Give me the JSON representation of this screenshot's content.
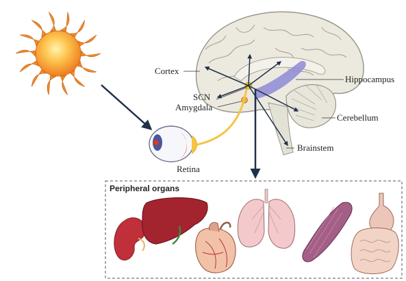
{
  "labels": {
    "cortex": "Cortex",
    "scn": "SCN",
    "amygdala": "Amygdala",
    "hippocampus": "Hippocampus",
    "cerebellum": "Cerebellum",
    "brainstem": "Brainstem",
    "retina": "Retina",
    "peripheral_organs": "Peripheral organs"
  },
  "icons": {
    "sun": "sun-icon",
    "eye": "eye-icon",
    "brain": "brain-icon",
    "kidney": "kidney-icon",
    "liver": "liver-icon",
    "heart": "heart-icon",
    "lungs": "lungs-icon",
    "muscle": "muscle-icon",
    "stomach_intestine": "stomach-intestine-icon"
  },
  "colors": {
    "sun_core": "#f9a23a",
    "sun_rays": "#f08a2a",
    "arrow": "#1f3048",
    "brain_fill": "#e9e6dc",
    "hippocampus": "#8f8ad6",
    "scn": "#f5c542",
    "organ_red": "#c0303a",
    "lung_pink": "#f3c9cc",
    "muscle_purple": "#a35f86"
  }
}
